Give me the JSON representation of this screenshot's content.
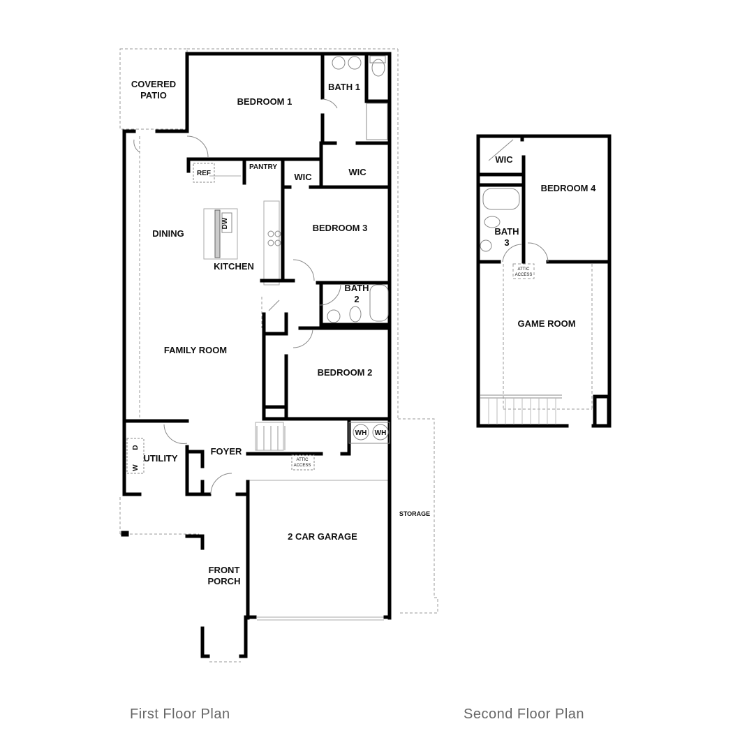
{
  "first_floor": {
    "caption": "First Floor Plan",
    "rooms": {
      "covered_patio_1": "COVERED",
      "covered_patio_2": "PATIO",
      "bedroom1": "BEDROOM 1",
      "bath1": "BATH 1",
      "ref": "REF",
      "pantry": "PANTRY",
      "wic_a": "WIC",
      "wic_b": "WIC",
      "dining": "DINING",
      "dw": "DW",
      "kitchen": "KITCHEN",
      "bedroom3": "BEDROOM 3",
      "bath2_1": "BATH",
      "bath2_2": "2",
      "family_room": "FAMILY ROOM",
      "bedroom2": "BEDROOM 2",
      "wh1": "WH",
      "wh2": "WH",
      "utility": "UTILITY",
      "washer": "W",
      "dryer": "D",
      "foyer": "FOYER",
      "attic_1": "ATTIC",
      "attic_2": "ACCESS",
      "storage": "STORAGE",
      "garage": "2 CAR GARAGE",
      "front_porch_1": "FRONT",
      "front_porch_2": "PORCH"
    }
  },
  "second_floor": {
    "caption": "Second Floor Plan",
    "rooms": {
      "wic": "WIC",
      "bedroom4": "BEDROOM 4",
      "bath3_1": "BATH",
      "bath3_2": "3",
      "attic_1": "ATTIC",
      "attic_2": "ACCESS",
      "game_room": "GAME ROOM"
    }
  }
}
